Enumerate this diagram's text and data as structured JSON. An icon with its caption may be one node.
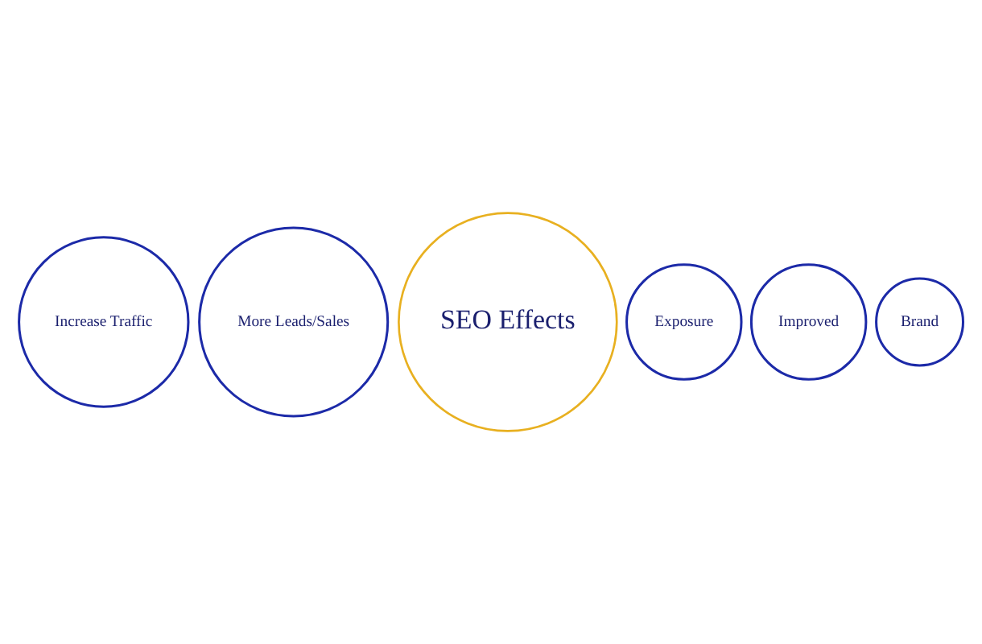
{
  "diagram": {
    "nodes": [
      {
        "text": [
          "More Leads/Sales"
        ]
      },
      {
        "text": [
          "Increase Traffic"
        ]
      },
      {
        "text": [
          "SEO Effects"
        ]
      },
      {
        "text": [
          "Exposure"
        ]
      },
      {
        "text": [
          "Improved"
        ]
      },
      {
        "text": [
          "Brand"
        ]
      }
    ]
  }
}
